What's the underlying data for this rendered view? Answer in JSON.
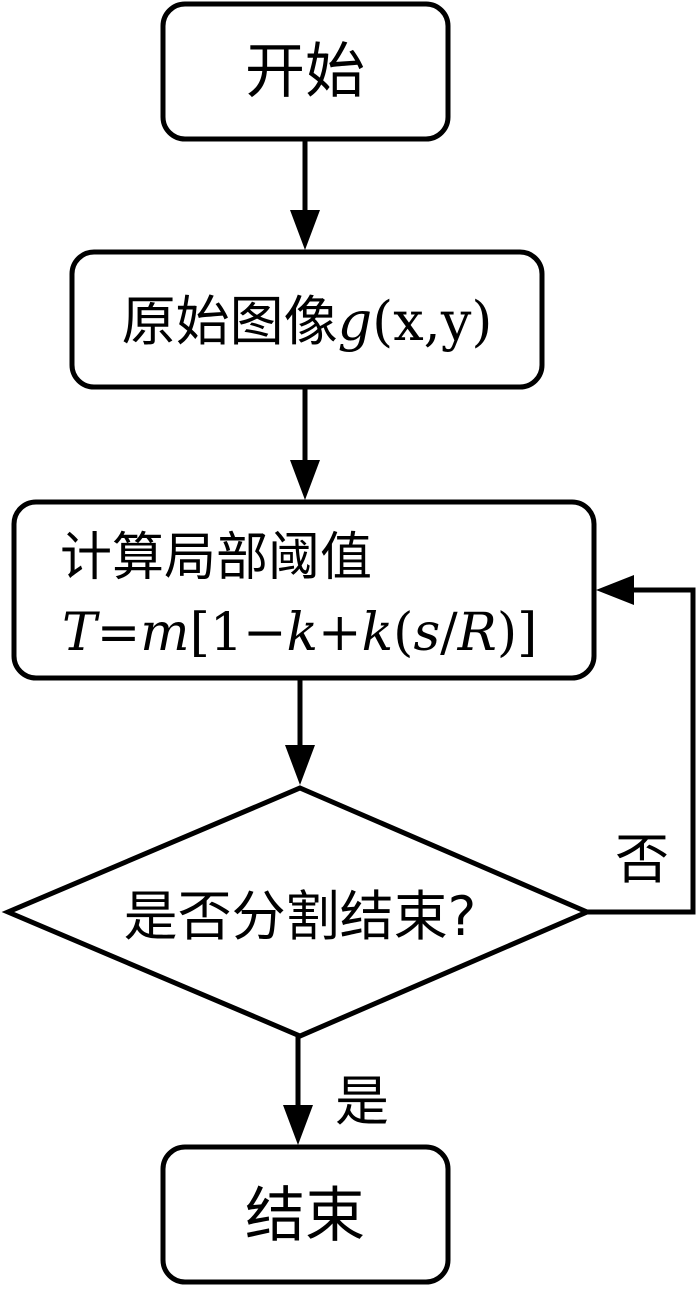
{
  "flowchart": {
    "start": {
      "label": "开始"
    },
    "input": {
      "label_cjk": "原始图像",
      "func": "g",
      "args": "(x,y)"
    },
    "compute": {
      "line1": "计算局部阈值",
      "formula_T": "T",
      "formula_eq": "=",
      "formula_m": "m",
      "formula_rest_1": "[1−",
      "formula_k1": "k",
      "formula_plus": "+",
      "formula_k2": "k",
      "formula_paren": "(",
      "formula_s": "s",
      "formula_slash": "/",
      "formula_R": "R",
      "formula_close": ")]"
    },
    "decision": {
      "label": "是否分割结束?"
    },
    "no_label": "否",
    "yes_label": "是",
    "end": {
      "label": "结束"
    },
    "stroke_color": "#000000",
    "fill_color": "#ffffff"
  }
}
